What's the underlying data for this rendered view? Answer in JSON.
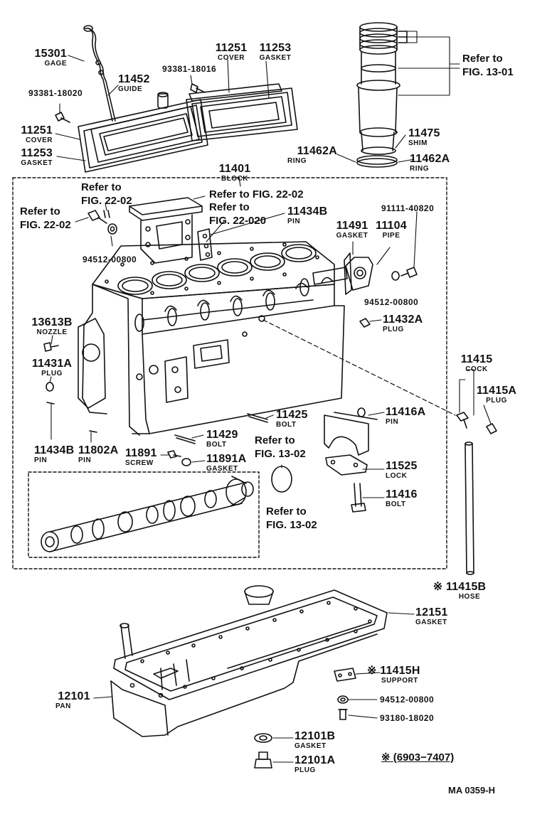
{
  "parts": {
    "p15301": {
      "num": "15301",
      "name": "GAGE"
    },
    "p11452": {
      "num": "11452",
      "name": "GUIDE"
    },
    "p93381_18016": {
      "num": "93381-18016"
    },
    "p11251_top": {
      "num": "11251",
      "name": "COVER"
    },
    "p11253_top": {
      "num": "11253",
      "name": "GASKET"
    },
    "p93381_18020": {
      "num": "93381-18020"
    },
    "p11251_left": {
      "num": "11251",
      "name": "COVER"
    },
    "p11253_left": {
      "num": "11253",
      "name": "GASKET"
    },
    "p11475": {
      "num": "11475",
      "name": "SHIM"
    },
    "p11462a_left": {
      "num": "11462A",
      "name": "RING"
    },
    "p11462a_right": {
      "num": "11462A",
      "name": "RING"
    },
    "p11401": {
      "num": "11401",
      "name": "BLOCK"
    },
    "p11434b_top": {
      "num": "11434B",
      "name": "PIN"
    },
    "p91111": {
      "num": "91111-40820"
    },
    "p11491": {
      "num": "11491",
      "name": "GASKET"
    },
    "p11104": {
      "num": "11104",
      "name": "PIPE"
    },
    "p94512_top": {
      "num": "94512-00800"
    },
    "p94512_mid": {
      "num": "94512-00800"
    },
    "p13613b": {
      "num": "13613B",
      "name": "NOZZLE"
    },
    "p11432a": {
      "num": "11432A",
      "name": "PLUG"
    },
    "p11431a": {
      "num": "11431A",
      "name": "PLUG"
    },
    "p11415": {
      "num": "11415",
      "name": "COCK"
    },
    "p11415a": {
      "num": "11415A",
      "name": "PLUG"
    },
    "p11425": {
      "num": "11425",
      "name": "BOLT"
    },
    "p11416a": {
      "num": "11416A",
      "name": "PIN"
    },
    "p11429": {
      "num": "11429",
      "name": "BOLT"
    },
    "p11434b_bot": {
      "num": "11434B",
      "name": "PIN"
    },
    "p11802a": {
      "num": "11802A",
      "name": "PIN"
    },
    "p11891": {
      "num": "11891",
      "name": "SCREW"
    },
    "p11891a": {
      "num": "11891A",
      "name": "GASKET"
    },
    "p11525": {
      "num": "11525",
      "name": "LOCK"
    },
    "p11416": {
      "num": "11416",
      "name": "BOLT"
    },
    "p11415b": {
      "num": "※ 11415B",
      "name": "HOSE"
    },
    "p12151": {
      "num": "12151",
      "name": "GASKET"
    },
    "p11415h": {
      "num": "※ 11415H",
      "name": "SUPPORT"
    },
    "p12101": {
      "num": "12101",
      "name": "PAN"
    },
    "p94512_bot": {
      "num": "94512-00800"
    },
    "p93180": {
      "num": "93180-18020"
    },
    "p12101b": {
      "num": "12101B",
      "name": "GASKET"
    },
    "p12101a": {
      "num": "12101A",
      "name": "PLUG"
    }
  },
  "refs": {
    "fig1301": "Refer to\nFIG. 13-01",
    "fig2202_a": "Refer to\nFIG. 22-02",
    "fig2202_b": "Refer to FIG. 22-02",
    "fig2202_c": "Refer to\nFIG. 22-020",
    "fig2202_d": "Refer to\nFIG. 22-02",
    "fig1302_a": "Refer to\nFIG. 13-02",
    "fig1302_b": "Refer to\nFIG. 13-02"
  },
  "footer": {
    "range": "※ (6903−7407)",
    "code": "MA  0359-H"
  }
}
